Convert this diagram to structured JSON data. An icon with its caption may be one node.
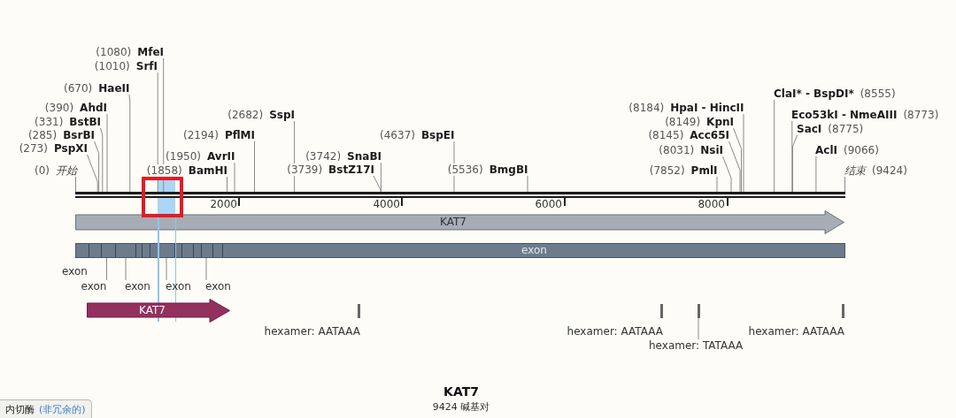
{
  "diagram": {
    "title": "KAT7",
    "nodes": [
      {
        "text": [
          "(0)",
          "开始"
        ]
      },
      {
        "text": [
          "(273)",
          "PspXI"
        ]
      },
      {
        "text": [
          "(285)",
          "BsrBI"
        ]
      },
      {
        "text": [
          "(331)",
          "BstBI"
        ]
      },
      {
        "text": [
          "(390)",
          "AhdI"
        ]
      },
      {
        "text": [
          "(670)",
          "HaeII"
        ]
      },
      {
        "text": [
          "(1010)",
          "SrfI"
        ]
      },
      {
        "text": [
          "(1080)",
          "MfeI"
        ]
      },
      {
        "text": [
          "(1858)",
          "BamHI"
        ]
      },
      {
        "text": [
          "(1950)",
          "AvrII"
        ]
      },
      {
        "text": [
          "(2194)",
          "PflMI"
        ]
      },
      {
        "text": [
          "(2682)",
          "SspI"
        ]
      },
      {
        "text": [
          "(3739)",
          "BstZ17I"
        ]
      },
      {
        "text": [
          "(3742)",
          "SnaBI"
        ]
      },
      {
        "text": [
          "(4637)",
          "BspEI"
        ]
      },
      {
        "text": [
          "(5536)",
          "BmgBI"
        ]
      },
      {
        "text": [
          "(7852)",
          "PmlI"
        ]
      },
      {
        "text": [
          "(8031)",
          "NsiI"
        ]
      },
      {
        "text": [
          "(8145)",
          "Acc65I"
        ]
      },
      {
        "text": [
          "(8149)",
          "KpnI"
        ]
      },
      {
        "text": [
          "(8184)",
          "HpaI - HincII"
        ]
      },
      {
        "text": [
          "ClaI* - BspDI*",
          "(8555)"
        ]
      },
      {
        "text": [
          "Eco53kI - NmeAIII",
          "(8773)"
        ]
      },
      {
        "text": [
          "SacI",
          "(8775)"
        ]
      },
      {
        "text": [
          "AclI",
          "(9066)"
        ]
      },
      {
        "text": [
          "结束",
          "(9424)"
        ]
      },
      {
        "text": [],
        "shape": "bar"
      },
      {
        "text": [
          "KAT7"
        ]
      },
      {
        "text": [
          "exon"
        ]
      },
      {
        "text": [
          "exon"
        ]
      },
      {
        "text": [
          "exon"
        ]
      },
      {
        "text": [
          "exon"
        ]
      },
      {
        "text": [
          "exon"
        ]
      },
      {
        "text": [
          "KAT7"
        ]
      },
      {
        "text": [
          "hexamer: AATAAA"
        ]
      },
      {
        "text": [
          "hexamer: AATAAA"
        ]
      },
      {
        "text": [],
        "shape": "bar"
      },
      {
        "text": [
          "hexamer: TATAAA"
        ]
      },
      {
        "text": [
          "hexamer: AATAAA"
        ]
      }
    ],
    "edges": [
      {
        "from": 0,
        "to": 26,
        "arrow": "none"
      },
      {
        "from": 1,
        "to": 26,
        "arrow": "none"
      },
      {
        "from": 2,
        "to": 26,
        "arrow": "none"
      },
      {
        "from": 3,
        "to": 26,
        "arrow": "none"
      },
      {
        "from": 4,
        "to": 26,
        "arrow": "none"
      },
      {
        "from": 5,
        "to": 26,
        "arrow": "none"
      },
      {
        "from": 6,
        "to": 26,
        "arrow": "none"
      },
      {
        "from": 7,
        "to": 26,
        "arrow": "none"
      },
      {
        "from": 8,
        "to": 26,
        "arrow": "none"
      },
      {
        "from": 9,
        "to": 26,
        "arrow": "none"
      },
      {
        "from": 10,
        "to": 26,
        "arrow": "none"
      },
      {
        "from": 11,
        "to": 26,
        "arrow": "none"
      },
      {
        "from": 12,
        "to": 26,
        "arrow": "none"
      },
      {
        "from": 13,
        "to": 26,
        "arrow": "none"
      },
      {
        "from": 14,
        "to": 26,
        "arrow": "none"
      },
      {
        "from": 15,
        "to": 26,
        "arrow": "none"
      },
      {
        "from": 16,
        "to": 26,
        "arrow": "none"
      },
      {
        "from": 17,
        "to": 26,
        "arrow": "none"
      },
      {
        "from": 18,
        "to": 26,
        "arrow": "none"
      },
      {
        "from": 19,
        "to": 26,
        "arrow": "none"
      },
      {
        "from": 20,
        "to": 26,
        "arrow": "none"
      },
      {
        "from": 21,
        "to": 26,
        "arrow": "none"
      },
      {
        "from": 22,
        "to": 26,
        "arrow": "none"
      },
      {
        "from": 23,
        "to": 26,
        "arrow": "none"
      },
      {
        "from": 24,
        "to": 26,
        "arrow": "none"
      },
      {
        "from": 25,
        "to": 26,
        "arrow": "none"
      },
      {
        "from": 29,
        "to": 28,
        "arrow": "none"
      },
      {
        "from": 30,
        "to": 28,
        "arrow": "none"
      },
      {
        "from": 31,
        "to": 28,
        "arrow": "none"
      },
      {
        "from": 32,
        "to": 28,
        "arrow": "none"
      },
      {
        "from": 37,
        "to": 36,
        "arrow": "none"
      }
    ],
    "labels": [
      "2000",
      "4000",
      "6000",
      "8000",
      "exon",
      "内切酶",
      "(非冗余的)",
      "9424 碱基对"
    ]
  }
}
